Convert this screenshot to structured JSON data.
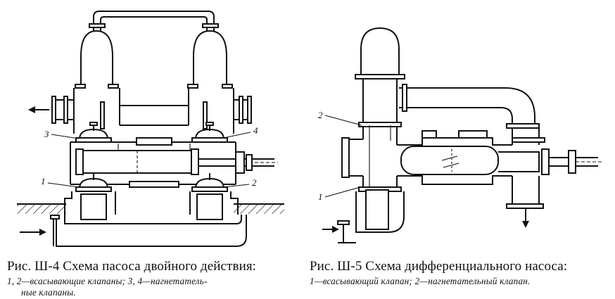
{
  "figures": [
    {
      "id": "fig-3-4",
      "caption_title": "Рис. Ш-4 Схема пасоса двойного действия:",
      "caption_lines": [
        "1,  2—всасывающие клапаны; 3,  4—нагнетатель-",
        "ные клапаны."
      ],
      "callouts": [
        "1",
        "2",
        "3",
        "4"
      ]
    },
    {
      "id": "fig-3-5",
      "caption_title": "Рис. Ш-5 Схема дифференциального насоса:",
      "caption_lines": [
        "1—всасывающий клапан; 2—нагнетательный клапан."
      ],
      "callouts": [
        "1",
        "2"
      ]
    }
  ]
}
